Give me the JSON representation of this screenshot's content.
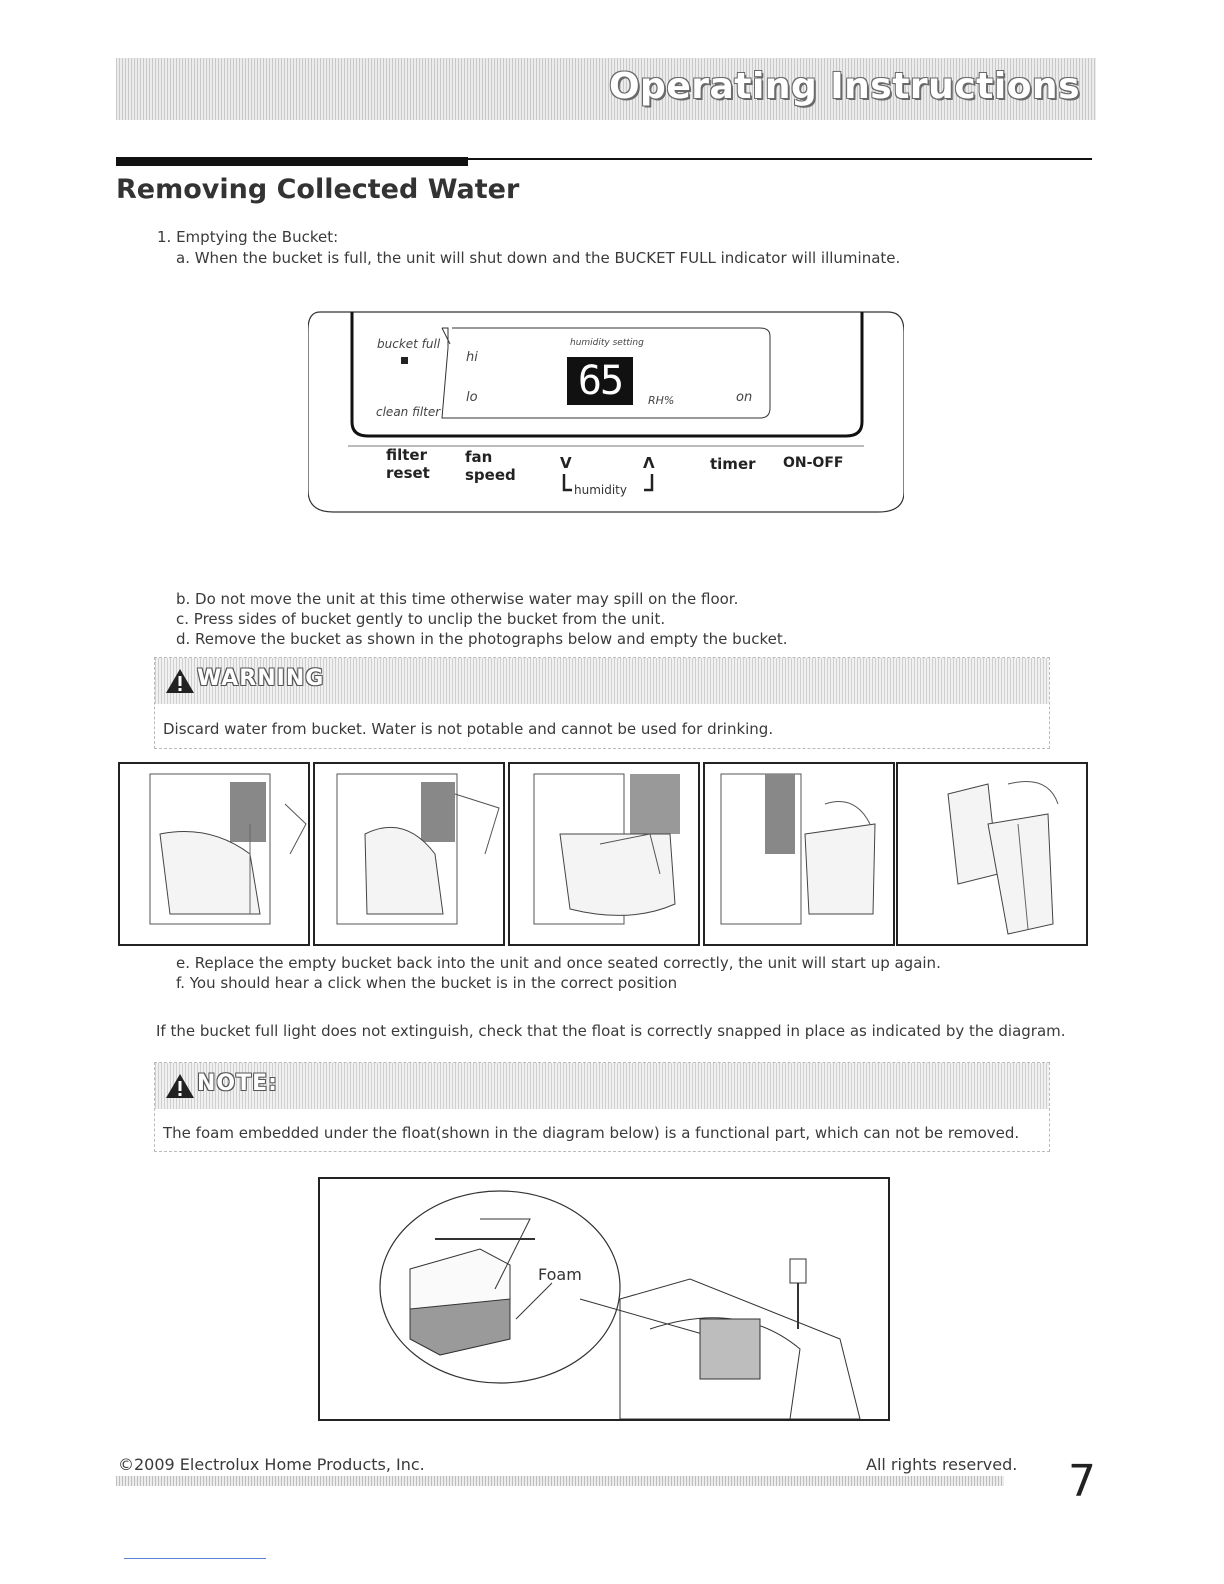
{
  "header": {
    "title": "Operating Instructions"
  },
  "section": {
    "title": "Removing Collected Water"
  },
  "steps": {
    "s1": "1. Emptying the Bucket:",
    "a": "a.  When the bucket is full, the unit will shut down and the BUCKET FULL indicator will illuminate.",
    "b": "b.   Do not move the unit at this time otherwise water may spill on the floor.",
    "c": "c.   Press sides of bucket gently to unclip the bucket from the unit.",
    "d": "d.   Remove the bucket as shown in the photographs below and empty the bucket.",
    "e": "e.  Replace the empty bucket back into the unit and once seated correctly, the unit will start up again.",
    "f": "f.   You should hear a click when the bucket is in the correct position"
  },
  "panel": {
    "bucket_full": "bucket full",
    "clean_filter": "clean filter",
    "hi": "hi",
    "lo": "lo",
    "humidity_setting": "humidity setting",
    "display_value": "65",
    "rh_unit": "RH%",
    "on": "on",
    "filter": "filter",
    "reset": "reset",
    "fan": "fan",
    "speed": "speed",
    "down": "V",
    "up": "Λ",
    "humidity": "humidity",
    "timer": "timer",
    "onoff": "ON-OFF"
  },
  "warning": {
    "title": "WARNING",
    "text": "Discard water from bucket. Water is not potable and cannot be used for drinking."
  },
  "float_text": "If the bucket full light does not extinguish, check that the float is correctly snapped in place as indicated by the diagram.",
  "note": {
    "title": "NOTE:",
    "text": "The foam embedded under the float(shown in the diagram below) is a functional part, which can not be removed."
  },
  "diagram": {
    "foam_label": "Foam"
  },
  "footer": {
    "copyright": "©2009 Electrolux Home Products, Inc.",
    "rights": "All rights reserved.",
    "page": "7"
  }
}
